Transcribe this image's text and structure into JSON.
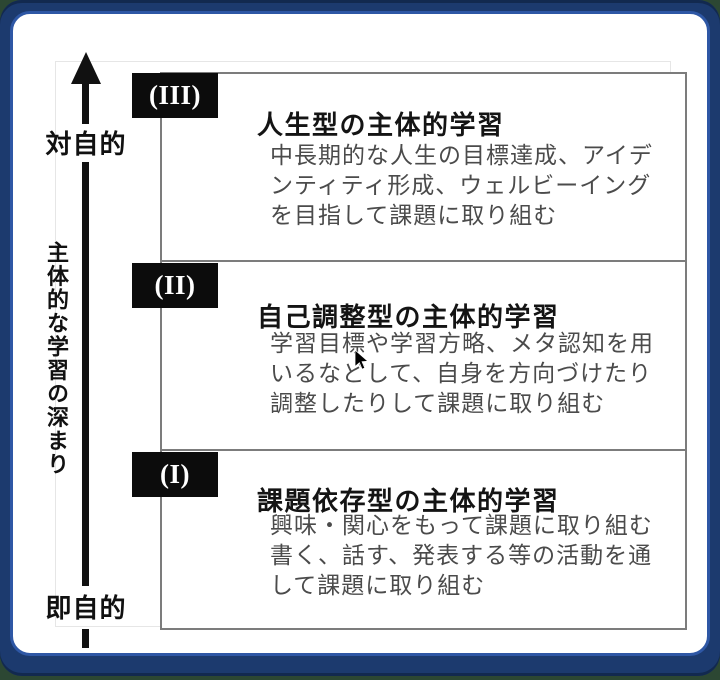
{
  "colors": {
    "frame": "#1c3a6e",
    "frame-edge": "#12294f",
    "panel-border": "#2e57a5",
    "corner-tint": "#2c4733",
    "box-border": "#7c7c7c",
    "tag-bg": "#0c0c0c",
    "tag-text": "#ffffff",
    "title-text": "#141414",
    "body-text": "#4b4b4b",
    "axis-color": "#111111"
  },
  "diagram": {
    "axis": {
      "top_label": "対自的",
      "bottom_label": "即自的",
      "side_label": "主体的な学習の深まり"
    },
    "levels": [
      {
        "tag": "(III)",
        "title": "人生型の主体的学習",
        "lines": [
          "中長期的な人生の目標達成、アイデ",
          "ンティティ形成、ウェルビーイング",
          "を目指して課題に取り組む"
        ]
      },
      {
        "tag": "(II)",
        "title": "自己調整型の主体的学習",
        "lines": [
          "学習目標や学習方略、メタ認知を用",
          "いるなどして、自身を方向づけたり",
          "調整したりして課題に取り組む"
        ]
      },
      {
        "tag": "(I)",
        "title": "課題依存型の主体的学習",
        "lines": [
          "興味・関心をもって課題に取り組む",
          "書く、話す、発表する等の活動を通",
          "して課題に取り組む"
        ]
      }
    ]
  }
}
